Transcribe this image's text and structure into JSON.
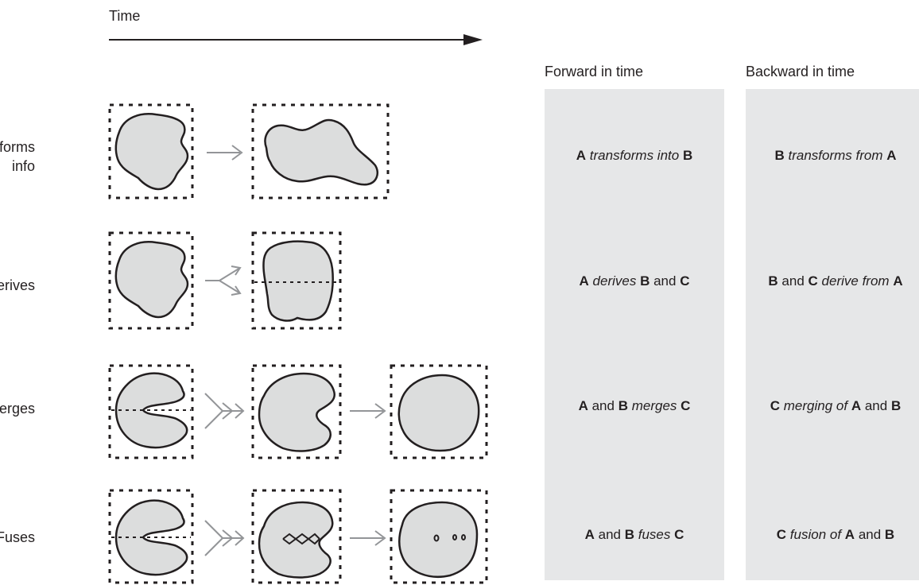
{
  "time_label": "Time",
  "row_labels": {
    "transforms_line1": "Transforms",
    "transforms_line2": "info",
    "derives": "Derives",
    "merges": "Merges",
    "fuses": "Fuses"
  },
  "columns": {
    "forward_header": "Forward in time",
    "backward_header": "Backward in time"
  },
  "forward": {
    "transforms": {
      "a": "A",
      "verb": "transforms into",
      "b": "B"
    },
    "derives": {
      "a": "A",
      "verb": "derives",
      "b": "B",
      "and": "and",
      "c": "C"
    },
    "merges": {
      "a": "A",
      "and": "and",
      "b": "B",
      "verb": "merges",
      "c": "C"
    },
    "fuses": {
      "a": "A",
      "and": "and",
      "b": "B",
      "verb": "fuses",
      "c": "C"
    }
  },
  "backward": {
    "transforms": {
      "b": "B",
      "verb": "transforms from",
      "a": "A"
    },
    "derives": {
      "b": "B",
      "and": "and",
      "c": "C",
      "verb": "derive from",
      "a": "A"
    },
    "merges": {
      "c": "C",
      "verb": "merging of",
      "a": "A",
      "and": "and",
      "b": "B"
    },
    "fuses": {
      "c": "C",
      "verb": "fusion of",
      "a": "A",
      "and": "and",
      "b": "B"
    }
  },
  "colors": {
    "shape_fill": "#dcdddd",
    "panel": "#e6e7e8",
    "arrow_gray": "#939598",
    "ink": "#231f20"
  }
}
